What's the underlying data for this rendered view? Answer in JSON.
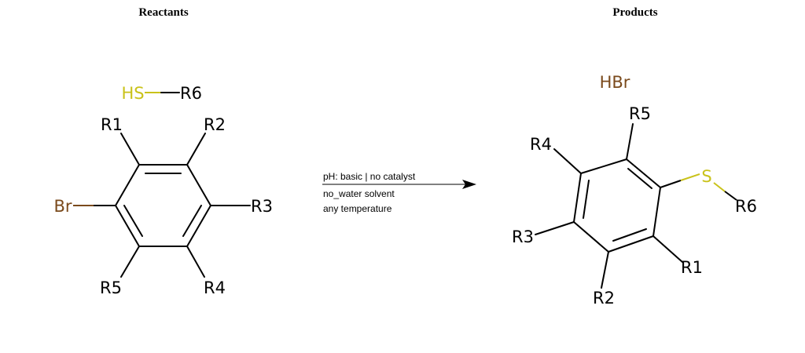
{
  "headings": {
    "reactants": "Reactants",
    "products": "Products"
  },
  "colors": {
    "bond": "#000000",
    "sulfur": "#c9c21a",
    "bromine": "#7a4a1c",
    "text": "#000000"
  },
  "reactant_thiol": {
    "hs": "HS",
    "r6": "R6"
  },
  "reactant_aryl_bromide": {
    "br": "Br",
    "r1": "R1",
    "r2": "R2",
    "r3": "R3",
    "r4": "R4",
    "r5": "R5"
  },
  "arrow": {
    "conditions": [
      "pH: basic | no catalyst",
      "no_water solvent",
      "any temperature"
    ]
  },
  "product_hbr": {
    "label": "HBr"
  },
  "product_thioether": {
    "s": "S",
    "r1": "R1",
    "r2": "R2",
    "r3": "R3",
    "r4": "R4",
    "r5": "R5",
    "r6": "R6"
  }
}
